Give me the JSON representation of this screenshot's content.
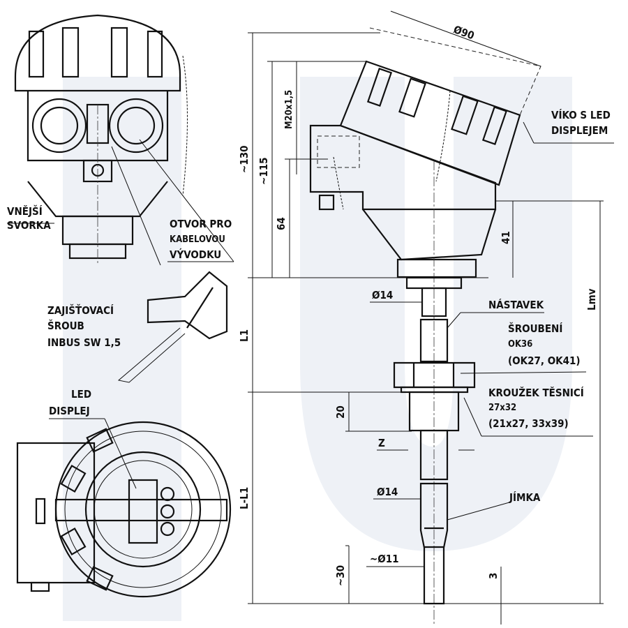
{
  "drawing": {
    "labels": {
      "external_terminal": [
        "VNĚJŠÍ",
        "SVORKA"
      ],
      "cable_gland_hole": [
        "OTVOR PRO",
        "KABELOVOU",
        "VÝVODKU"
      ],
      "locking_screw": [
        "ZAJIŠŤOVACÍ",
        "ŠROUB",
        "INBUS SW 1,5"
      ],
      "led_display": [
        "LED",
        "DISPLEJ"
      ],
      "cover_led": [
        "VÍKO S LED",
        "DISPLEJEM"
      ],
      "extension": "NÁSTAVEK",
      "fitting": [
        "ŠROUBENÍ",
        "OK36",
        "(OK27, OK41)"
      ],
      "sealing_ring": [
        "KROUŽEK TĚSNICÍ",
        "27x32",
        "(21x27, 33x39)"
      ],
      "thermowell": "JÍMKA"
    },
    "dimensions": {
      "cover_diameter": "Ø90",
      "height_total": "~130",
      "height_115": "~115",
      "thread": "M20x1,5",
      "height_64": "64",
      "height_41": "41",
      "extension_diameter": "Ø14",
      "l1": "L1",
      "thread_length": "20",
      "z": "Z",
      "well_diameter": "Ø14",
      "tip_diameter": "~Ø11",
      "tip_length": "~30",
      "tip_offset": "3",
      "l_minus_l1": "L-L1",
      "lmv": "Lmv"
    }
  }
}
